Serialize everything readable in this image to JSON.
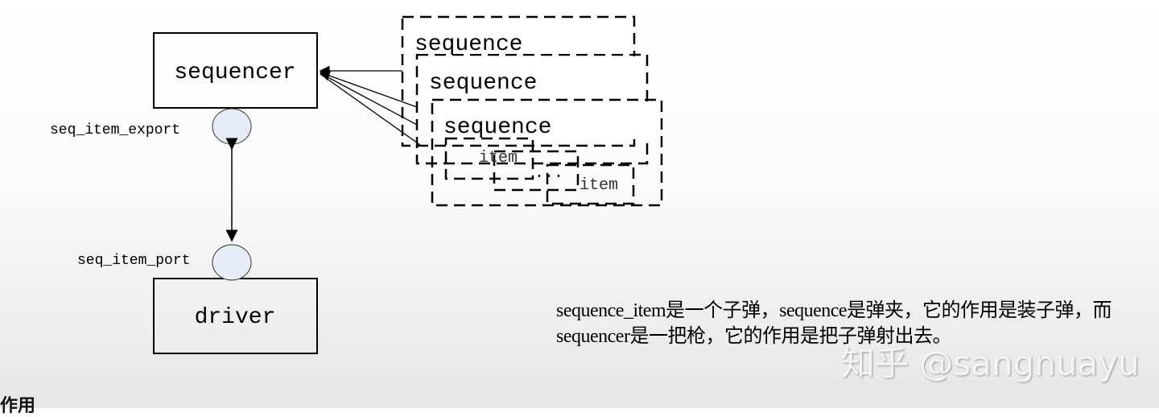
{
  "diagram": {
    "sequencer_label": "sequencer",
    "driver_label": "driver",
    "export_label": "seq_item_export",
    "port_label": "seq_item_port",
    "sequence_labels": [
      "sequence",
      "sequence",
      "sequence"
    ],
    "item_labels": [
      "item",
      "item"
    ],
    "ellipsis": "...",
    "port_fill": "#e6ecf7"
  },
  "caption": "sequence_item是一个子弹，sequence是弹夹，它的作用是装子弹，而sequencer是一把枪，它的作用是把子弹射出去。",
  "watermark": "知乎 @sangnuayu",
  "section_heading": "作用"
}
